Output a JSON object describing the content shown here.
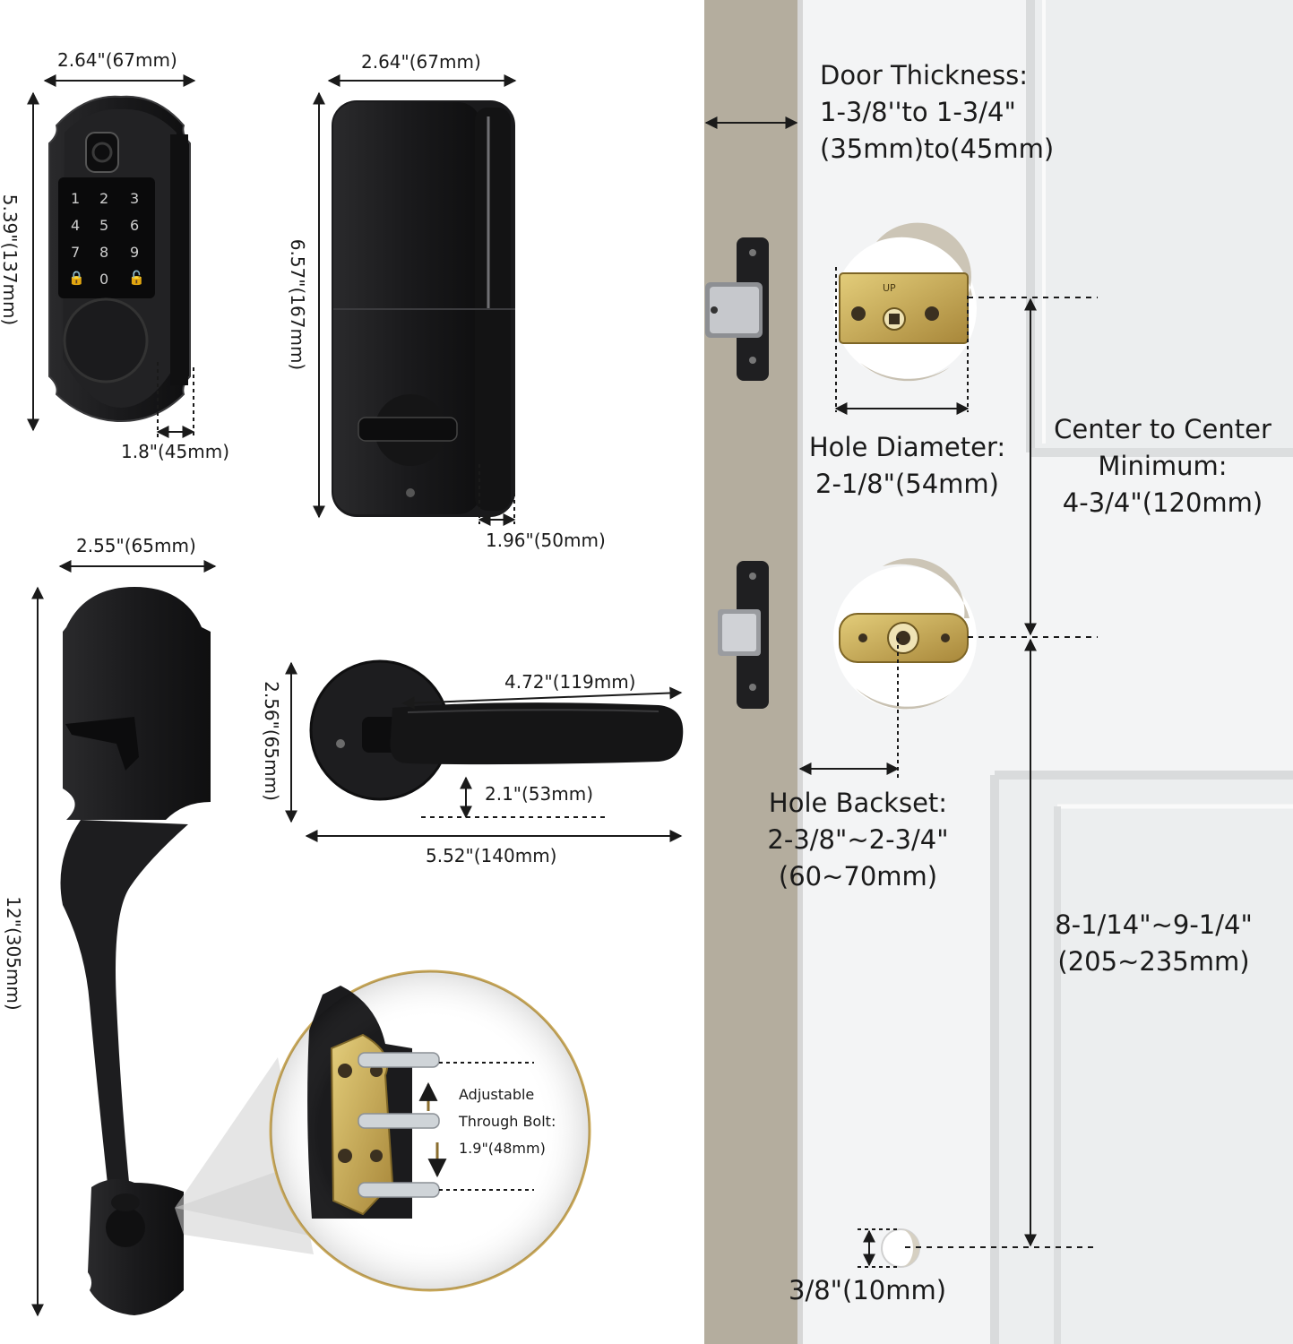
{
  "keypad": {
    "width_label": "2.64\"(67mm)",
    "height_label": "5.39\"(137mm)",
    "depth_label": "1.8\"(45mm)",
    "keys": [
      "1",
      "2",
      "3",
      "4",
      "5",
      "6",
      "7",
      "8",
      "9",
      "0"
    ]
  },
  "inside_unit": {
    "width_label": "2.64\"(67mm)",
    "height_label": "6.57\"(167mm)",
    "depth_label": "1.96\"(50mm)"
  },
  "handleset": {
    "width_label": "2.55\"(65mm)",
    "height_label": "12\"(305mm)"
  },
  "lever": {
    "length_label": "4.72\"(119mm)",
    "rose_label": "2.56\"(65mm)",
    "projection_label": "2.1\"(53mm)",
    "total_label": "5.52\"(140mm)"
  },
  "through_bolt": {
    "line1": "Adjustable",
    "line2": "Through Bolt:",
    "line3": "1.9\"(48mm)"
  },
  "door": {
    "thickness": {
      "line1": "Door Thickness:",
      "line2": "1-3/8''to 1-3/4\"",
      "line3": "(35mm)to(45mm)"
    },
    "hole_diameter": {
      "line1": "Hole Diameter:",
      "line2": "2-1/8\"(54mm)"
    },
    "center_to_center": {
      "line1": "Center to Center",
      "line2": "Minimum:",
      "line3": "4-3/4\"(120mm)"
    },
    "backset": {
      "line1": "Hole Backset:",
      "line2": "2-3/8\"~2-3/4\"",
      "line3": "(60~70mm)"
    },
    "bottom_span": {
      "line1": "8-1/14\"~9-1/4\"",
      "line2": "(205~235mm)"
    },
    "small_hole": "3/8\"(10mm)"
  },
  "colors": {
    "lock_black": "#1c1c1e",
    "door_white": "#f4f5f6",
    "door_edge": "#b5ae9f",
    "brass": "#c7a84a"
  }
}
